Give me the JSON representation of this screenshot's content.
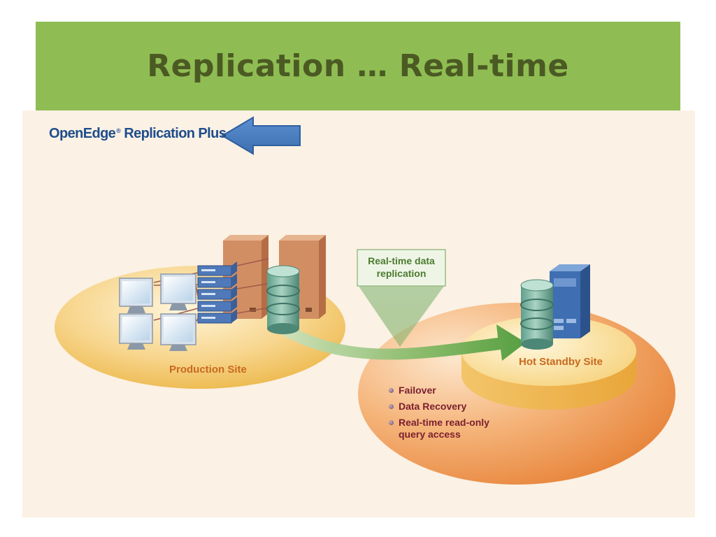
{
  "title": "Replication … Real-time",
  "diagram": {
    "brand": {
      "name": "OpenEdge",
      "registered_mark": "®",
      "product": "Replication Plus"
    },
    "callout": {
      "line1": "Real-time data",
      "line2": "replication"
    },
    "production_site_label": "Production Site",
    "standby_site_label": "Hot Standby Site",
    "benefits": [
      "Failover",
      "Data Recovery",
      "Real-time read-only\nquery access"
    ],
    "colors": {
      "title_bar": "#8fbd53",
      "title_text": "#4b5a23",
      "diagram_bg": "#fbf1e4",
      "brand_text": "#1e4d8c",
      "pointer_arrow": "#4a7fc1",
      "site_label": "#c8691f",
      "bullet_text": "#7a1f2f",
      "callout_text": "#4c7a2e",
      "replication_arrow": "#6aa646"
    }
  }
}
